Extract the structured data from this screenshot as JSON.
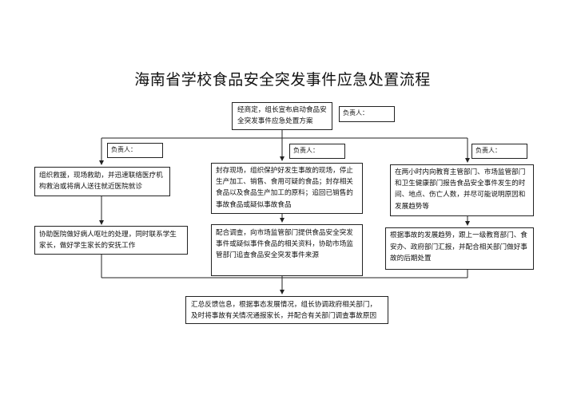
{
  "title": "海南省学校食品安全突发事件应急处置流程",
  "start": {
    "text": "经商定，组长宣布启动食品安全突发事件应急处置方案",
    "responsible": "负责人："
  },
  "columns": [
    {
      "responsible": "负责人：",
      "step1": "组织救援，现场救助，并迅速联络医疗机构救治或将病人送往就近医院就诊",
      "step2": "协助医院做好病人呕吐的处理，同时联系学生家长，做好学生家长的安抚工作"
    },
    {
      "responsible": "负责人：",
      "step1": "封存现场，组织保护好发生事故的现场，停止生产加工、销售、食用可疑的食品；封存相关食品以及食品生产加工的原料；追回已销售的事故食品或疑似事故食品",
      "step2": "配合调查，向市场监管部门提供食品安全突发事件或疑似事件食品的相关资料，协助市场监管部门追查食品安全突发事件来源"
    },
    {
      "responsible": "负责人：",
      "step1": "在两小时内向教育主管部门、市场监管部门和卫生健康部门报告食品安全事件发生的时间、地点、伤亡人数，并尽可能说明原因和发展趋势等",
      "step2": "根据事故的发展趋势，跟上一级教育部门、食安办、政府部门汇报，并配合相关部门做好事故的后期处置"
    }
  ],
  "final": "汇总反馈信息，根据事态发展情况，组长协调政府相关部门，及时将事故有关情况通报家长，并配合有关部门调查事故原因"
}
